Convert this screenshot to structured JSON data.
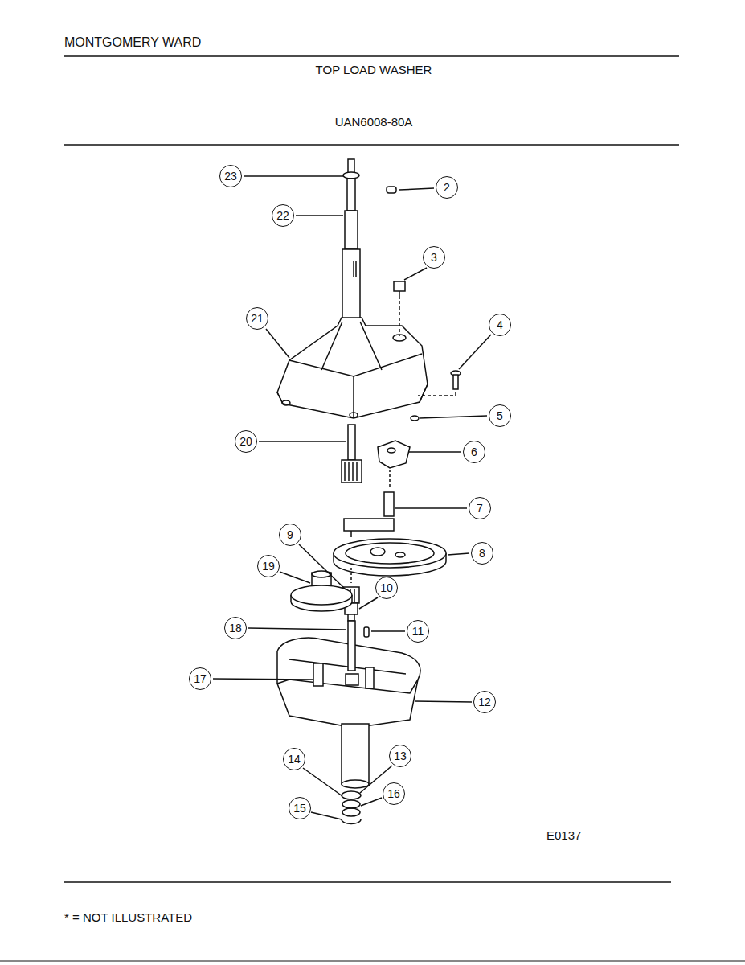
{
  "diagram": {
    "title": "TOP LOAD WASHER",
    "nodes": [
      {
        "text": [
          "23"
        ]
      },
      {
        "text": [
          "2"
        ]
      },
      {
        "text": [
          "22"
        ]
      },
      {
        "text": [
          "3"
        ]
      },
      {
        "text": [
          "21"
        ]
      },
      {
        "text": [
          "4"
        ]
      },
      {
        "text": [
          "5"
        ]
      },
      {
        "text": [
          "20"
        ]
      },
      {
        "text": [
          "6"
        ]
      },
      {
        "text": [
          "7"
        ]
      },
      {
        "text": [
          "9"
        ]
      },
      {
        "text": [
          "8"
        ]
      },
      {
        "text": [
          "19"
        ]
      },
      {
        "text": [
          "10"
        ]
      },
      {
        "text": [
          "18"
        ]
      },
      {
        "text": [
          "11"
        ]
      },
      {
        "text": [
          "17"
        ]
      },
      {
        "text": [
          "12"
        ]
      },
      {
        "text": [
          "14"
        ]
      },
      {
        "text": [
          "13"
        ]
      },
      {
        "text": [
          "16"
        ]
      },
      {
        "text": [
          "15"
        ]
      }
    ],
    "edges": [],
    "labels": [
      "MONTGOMERY WARD",
      "UAN6008-80A",
      "E0137",
      "* = NOT ILLUSTRATED"
    ]
  }
}
